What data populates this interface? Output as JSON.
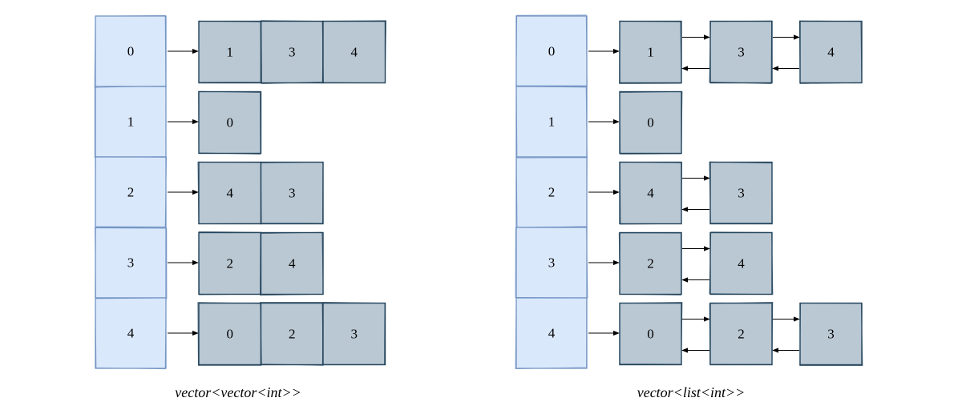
{
  "colors": {
    "index_fill": "#dae8fc",
    "index_stroke": "#6c8ebf",
    "node_fill": "#bac8d3",
    "node_stroke": "#23445d",
    "arrow": "#000000"
  },
  "diagrams": [
    {
      "id": "vector-of-vectors",
      "caption": "vector<vector<int>>",
      "style": "contiguous",
      "rows": [
        {
          "index": "0",
          "neighbors": [
            "1",
            "3",
            "4"
          ]
        },
        {
          "index": "1",
          "neighbors": [
            "0"
          ]
        },
        {
          "index": "2",
          "neighbors": [
            "4",
            "3"
          ]
        },
        {
          "index": "3",
          "neighbors": [
            "2",
            "4"
          ]
        },
        {
          "index": "4",
          "neighbors": [
            "0",
            "2",
            "3"
          ]
        }
      ]
    },
    {
      "id": "vector-of-lists",
      "caption": "vector<list<int>>",
      "style": "linked",
      "rows": [
        {
          "index": "0",
          "neighbors": [
            "1",
            "3",
            "4"
          ]
        },
        {
          "index": "1",
          "neighbors": [
            "0"
          ]
        },
        {
          "index": "2",
          "neighbors": [
            "4",
            "3"
          ]
        },
        {
          "index": "3",
          "neighbors": [
            "2",
            "4"
          ]
        },
        {
          "index": "4",
          "neighbors": [
            "0",
            "2",
            "3"
          ]
        }
      ]
    }
  ]
}
